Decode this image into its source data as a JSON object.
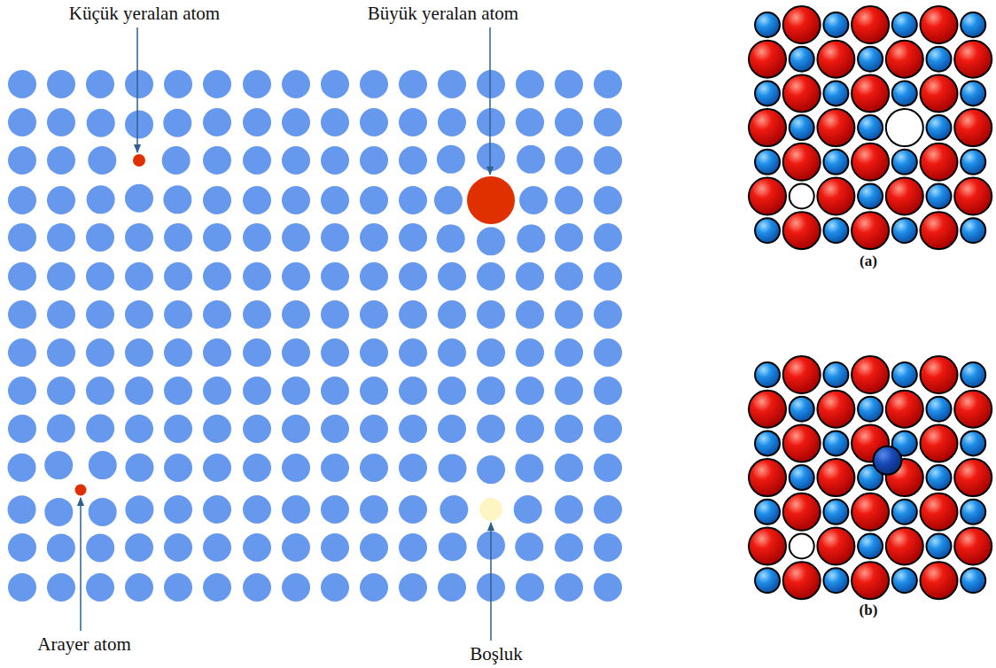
{
  "diagram": {
    "labels": [
      "Küçük yeralan atom",
      "Büyük yeralan atom",
      "Arayer atom",
      "Boşluk",
      "(a)",
      "(b)"
    ]
  }
}
